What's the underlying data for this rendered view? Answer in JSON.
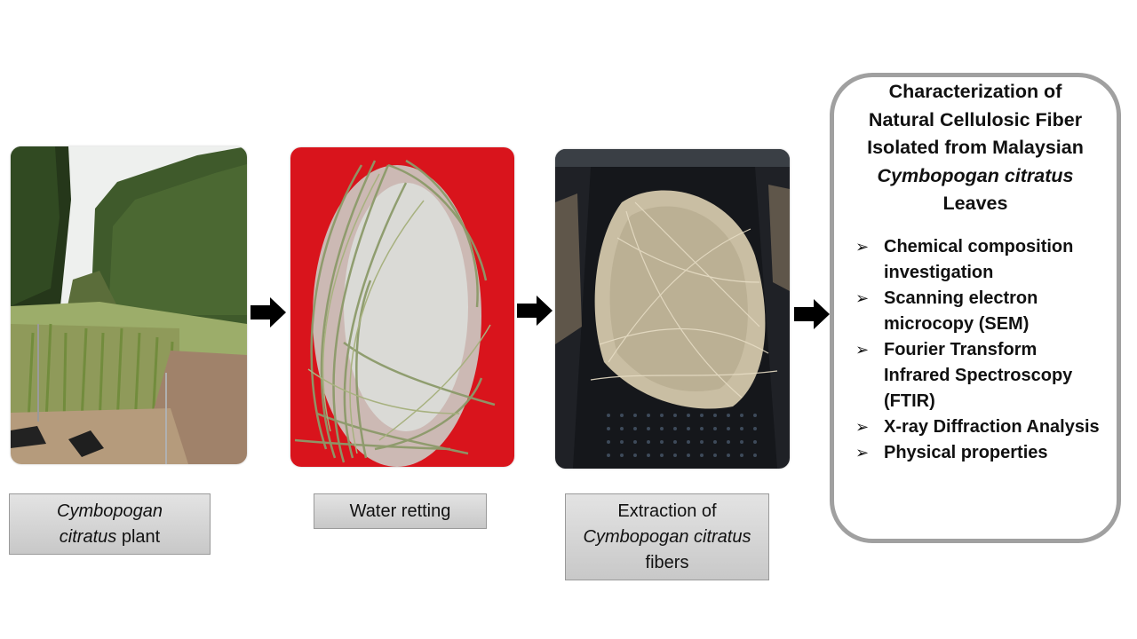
{
  "steps": [
    {
      "id": "plant",
      "image_alt": "Cymbopogan citratus plant field",
      "caption_italic": "Cymbopogan",
      "caption_line2_italic": "citratus",
      "caption_line2_rest": " plant"
    },
    {
      "id": "retting",
      "image_alt": "Leaves soaking in water in a red basin",
      "caption": "Water retting"
    },
    {
      "id": "extraction",
      "image_alt": "Extracted fibers in a black tray",
      "caption_line1": "Extraction of",
      "caption_line2_italic": "Cymbopogan citratus",
      "caption_line3": "fibers"
    }
  ],
  "arrows": [
    "arrow-right",
    "arrow-right",
    "arrow-right"
  ],
  "panel": {
    "title_lines": [
      "Characterization of",
      "Natural Cellulosic Fiber",
      "Isolated from Malaysian"
    ],
    "title_italic": "Cymbopogan citratus",
    "title_last": "Leaves",
    "bullet_icon": "➢",
    "bullets": [
      {
        "line1": "Chemical composition",
        "line2": "investigation"
      },
      {
        "line1": "Scanning electron",
        "line2": "microcopy (SEM)"
      },
      {
        "line1": "Fourier Transform",
        "line2": "Infrared Spectroscopy",
        "line3": "(FTIR)"
      },
      {
        "line1": "X-ray Diffraction Analysis"
      },
      {
        "line1": "Physical properties"
      }
    ]
  },
  "colors": {
    "panel_border": "#a0a0a0",
    "caption_bg_top": "#e3e3e3",
    "caption_bg_bottom": "#c8c8c8",
    "arrow": "#000000"
  }
}
